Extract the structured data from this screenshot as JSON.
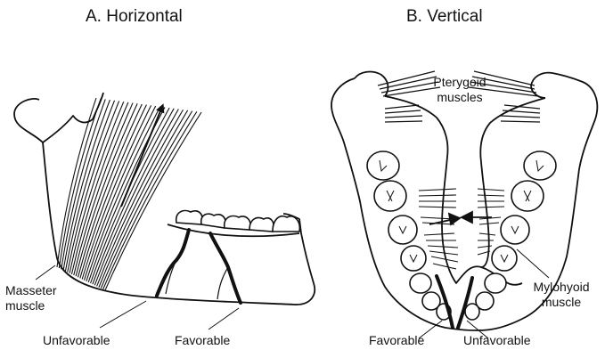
{
  "panel_a": {
    "title": "A. Horizontal",
    "labels": {
      "masseter_line1": "Masseter",
      "masseter_line2": "muscle",
      "unfavorable": "Unfavorable",
      "favorable": "Favorable"
    }
  },
  "panel_b": {
    "title": "B. Vertical",
    "labels": {
      "pterygoid_line1": "Pterygoid",
      "pterygoid_line2": "muscles",
      "mylohyoid_line1": "Mylohyoid",
      "mylohyoid_line2": "muscle",
      "favorable": "Favorable",
      "unfavorable": "Unfavorable"
    }
  }
}
